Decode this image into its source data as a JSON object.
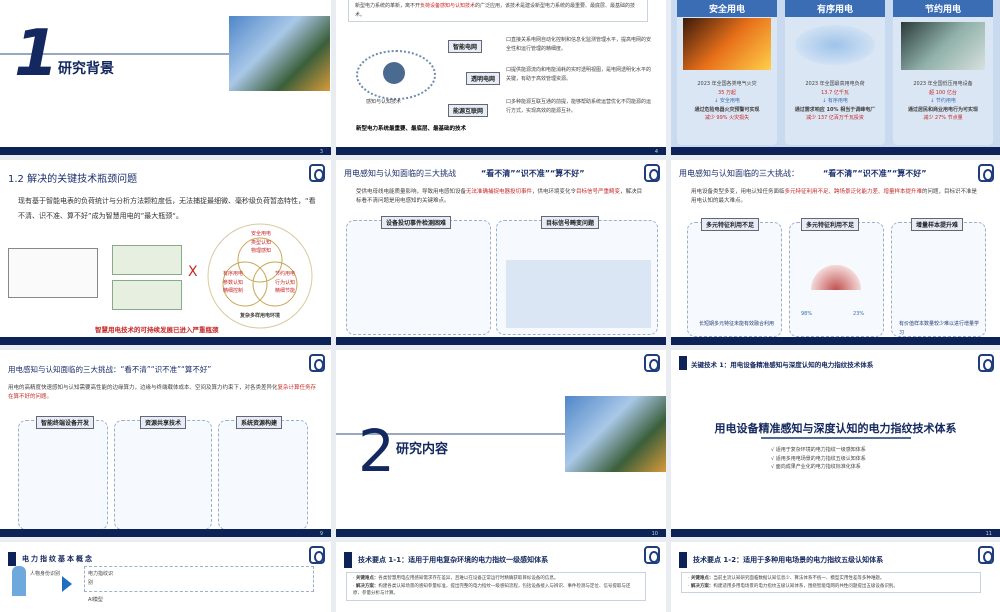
{
  "slides": [
    {
      "number": "1",
      "title": "研究背景",
      "page": "3"
    },
    {
      "intro_a": "新型电力系统的革新，离不开",
      "intro_hl": "负荷设备感知与认知技术",
      "intro_b": "的广泛应用，该技术是建设新型电力系统的最重要、最底层、最基础的技术。",
      "center": "感知与认知技术",
      "bottom": "新型电力系统最重要、最底层、最基础的技术",
      "items": [
        {
          "label": "智能电网",
          "text": "口直接关系电网自动化控制和信息化监测管理水平，提高电网的安全性和运行管理的精细度。"
        },
        {
          "label": "透明电网",
          "text": "口提供能源流向和电能消耗的实时透明视图，是电网透明化水平的关键，有助于高效管理资源。"
        },
        {
          "label": "能源互联网",
          "text": "口多种能源互联互通的前提，能够帮助系统运营优化不同能源的运行方式，实现高效的能源互补。"
        }
      ],
      "page": "4"
    },
    {
      "columns": [
        {
          "title": "安全用电",
          "stat": "2023 年全国各类电气火灾",
          "value": "35 万起",
          "arrow": "安全用电",
          "means": "通过危险电器火灾预警可实现",
          "result": "减少 99% 火灾损失"
        },
        {
          "title": "有序用电",
          "stat": "2023 年全国最高用电负荷",
          "value": "13.7 亿千瓦",
          "arrow": "有序用电",
          "means": "通过需求响应 10% 相当于调峰电厂",
          "result": "减少 137 亿百万千瓦投资"
        },
        {
          "title": "节约用电",
          "stat": "2023 年全国低压用电设备",
          "value": "超 100 亿台",
          "arrow": "节约用电",
          "means": "通过居民和商业用电行为可实现",
          "result": "减少 27% 节点量"
        }
      ]
    },
    {
      "title": "1.2 解决的关键技术瓶颈问题",
      "body": "现有基于智能电表的负荷统计与分析方法颗粒度低，无法捕捉最细微、毫秒级负荷暂态特性，“看不清、识不准、算不好”成为智慧用电的”最大瓶颈“。",
      "venn": [
        "安全用电",
        "类型认知",
        "物理感知",
        "有序用电",
        "参数认知",
        "精细控制",
        "节约用电",
        "行为认知",
        "精细节能"
      ],
      "env": "复杂多样用电环境",
      "cross": "X",
      "footer": "智慧用电技术的可持续发展已进入严重瓶颈"
    },
    {
      "title": "用电感知与认知面临的三大挑战",
      "tagline": "“看不清”“识不准”“算不好”",
      "body_a": "受供电母线电能质量影响，导致用电感知设备",
      "body_hl1": "无法准确捕捉电器投切事件",
      "body_b": "，供电环境变化令",
      "body_hl2": "目标信号严重畸变",
      "body_c": "，解决目标看不清问题是用电感知的关键难点。",
      "box1": "设备投切事件检测困难",
      "box2": "目标信号畸变问题"
    },
    {
      "title": "用电感知与认知面临的三大挑战：",
      "tagline": "“看不清”“识不准”“算不好”",
      "body_a": "用电设备类型多变，用电认知任务面临",
      "body_hl": "多元特征利用不足、跨场景泛化能力差、增量样本提升难",
      "body_b": "的问题，目标识不准是用电认知的最大难点。",
      "boxes": [
        "多元特征利用不足",
        "多元特征利用不足",
        "增量样本提升难"
      ],
      "cap1": "长短期多元特征未能有效融合利用",
      "pct1": "98%",
      "pct2": "23%",
      "cap3": "有价值样本数量较少难以进行增量学习"
    },
    {
      "title": "用电感知与认知面临的三大挑战：“看不清”“识不准”“算不好”",
      "body_a": "用电的高精度快速感知与认知需要高性能的边缘算力，边缘与终端载体成本、空间及算力约束下，对各类差异化",
      "body_hl": "复杂计算任务存在算不好的问题。",
      "boxes": [
        "智能终端设备开发",
        "资源共享技术",
        "系统资源构建"
      ],
      "page": "9"
    },
    {
      "number": "2",
      "title": "研究内容",
      "page": "10"
    },
    {
      "header": "关键技术 1：用电设备精准感知与深度认知的电力指纹技术体系",
      "main": "用电设备精准感知与深度认知的电力指纹技术体系",
      "list": [
        "√ 适用于复杂环境的电力指纹一级感知体系",
        "√ 适用多用电场景的电力指纹五级认知体系",
        "√ 面向成果产业化的电力指纹标准化体系"
      ],
      "page": "11"
    },
    {
      "title": "电力指纹基本概念",
      "person": "人物身份识别",
      "power": "电力指纹识别",
      "ai": "AI模型"
    },
    {
      "title": "技术要点 1-1：适用于用电复杂环境的电力指纹一级感知体系",
      "k1": "关键难点：",
      "v1": "各类智慧用电应用感知需求存在差异，且难以在设备正常运行时精确获取目标设备的信息。",
      "k2": "解决方案：",
      "v2": "构建各类认知场景的感知参量标准，提出完整的电力指纹一级感知流程，包括设备接入与辨识、事件检测与定位、信号提取与还原、参量分析与计算。"
    },
    {
      "title": "技术要点 1-2：适用于多种用电场景的电力指纹五级认知体系",
      "k1": "关键难点：",
      "v1": "当前主流认知研究面临数据认知信息少、算法体系不统一、模型实用性差等多种难题。",
      "k2": "解决方案：",
      "v2": "构建适用多用电场景的电力指纹五级认知体系，围绕智能电网的共性问题提出五级设备识别。"
    }
  ],
  "colors": {
    "navy": "#0d2357",
    "accent_red": "#c62828",
    "blue": "#3b6db5"
  }
}
